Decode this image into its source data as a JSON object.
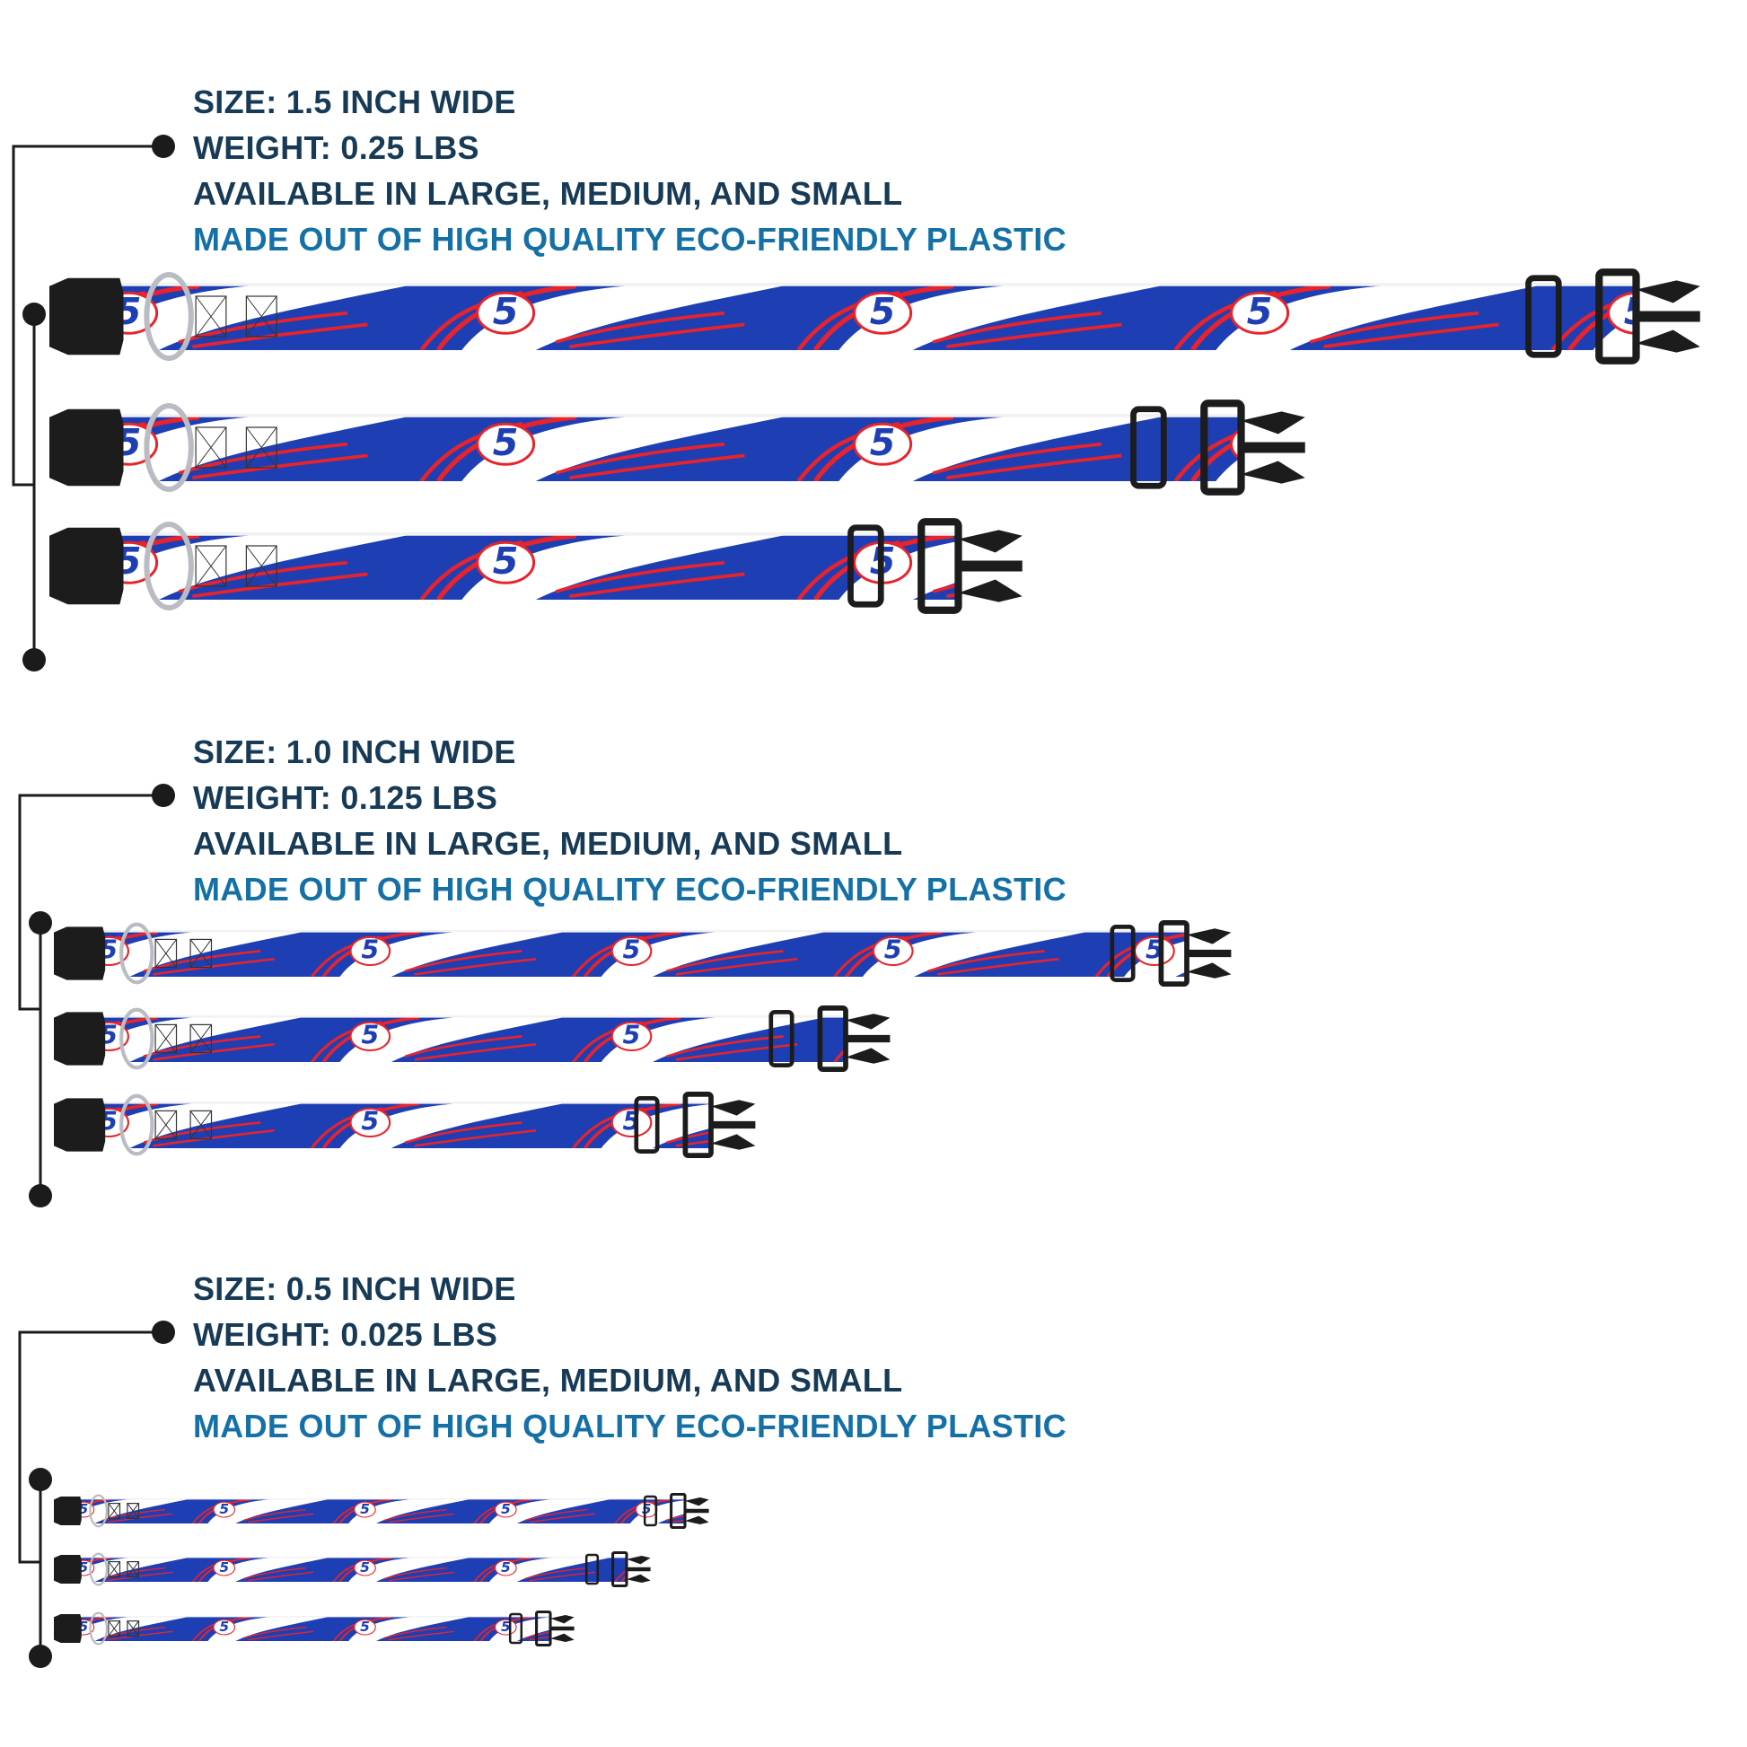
{
  "colors": {
    "text_dark": "#173a56",
    "text_accent": "#1571a5",
    "strap_blue": "#1e3fb4",
    "strap_white": "#ffffff",
    "stripe_red": "#e8232b",
    "hardware_black": "#1c1c1c",
    "ring_silver": "#b9bcc2",
    "connector_dot": "#1b1b1b"
  },
  "sections": [
    {
      "size": "SIZE: 1.5 INCH WIDE",
      "weight": "WEIGHT: 0.25 LBS",
      "availability": "AVAILABLE IN LARGE, MEDIUM, AND SMALL",
      "material": "MADE OUT OF HIGH QUALITY ECO-FRIENDLY PLASTIC",
      "collars": [
        {
          "variant": "large",
          "logo_number": "5"
        },
        {
          "variant": "medium",
          "logo_number": "5"
        },
        {
          "variant": "small",
          "logo_number": "5"
        }
      ]
    },
    {
      "size": "SIZE: 1.0 INCH WIDE",
      "weight": "WEIGHT: 0.125 LBS",
      "availability": "AVAILABLE IN LARGE, MEDIUM, AND SMALL",
      "material": "MADE OUT OF HIGH QUALITY ECO-FRIENDLY PLASTIC",
      "collars": [
        {
          "variant": "large",
          "logo_number": "5"
        },
        {
          "variant": "medium",
          "logo_number": "5"
        },
        {
          "variant": "small",
          "logo_number": "5"
        }
      ]
    },
    {
      "size": "SIZE: 0.5 INCH WIDE",
      "weight": "WEIGHT: 0.025 LBS",
      "availability": "AVAILABLE IN LARGE, MEDIUM, AND SMALL",
      "material": "MADE OUT OF HIGH QUALITY ECO-FRIENDLY PLASTIC",
      "collars": [
        {
          "variant": "large",
          "logo_number": "5"
        },
        {
          "variant": "medium",
          "logo_number": "5"
        },
        {
          "variant": "small",
          "logo_number": "5"
        }
      ]
    }
  ]
}
